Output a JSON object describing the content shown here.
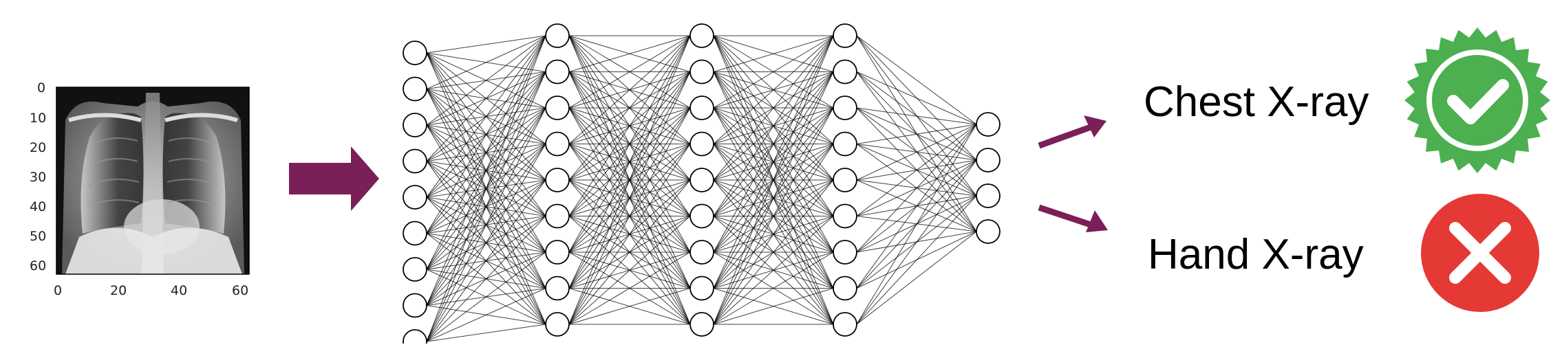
{
  "input_image": {
    "x_ticks": [
      "0",
      "20",
      "40",
      "60"
    ],
    "y_ticks": [
      "0",
      "10",
      "20",
      "30",
      "40",
      "50",
      "60"
    ]
  },
  "network": {
    "layers": [
      9,
      9,
      9,
      9,
      4
    ]
  },
  "outputs": [
    {
      "label": "Chest X-ray",
      "status": "accepted",
      "icon": "check-badge-icon",
      "color": "#4caf50"
    },
    {
      "label": "Hand X-ray",
      "status": "rejected",
      "icon": "x-circle-icon",
      "color": "#e53935"
    }
  ],
  "colors": {
    "arrow": "#7a1f57",
    "node_stroke": "#000000",
    "edge": "#000000"
  }
}
